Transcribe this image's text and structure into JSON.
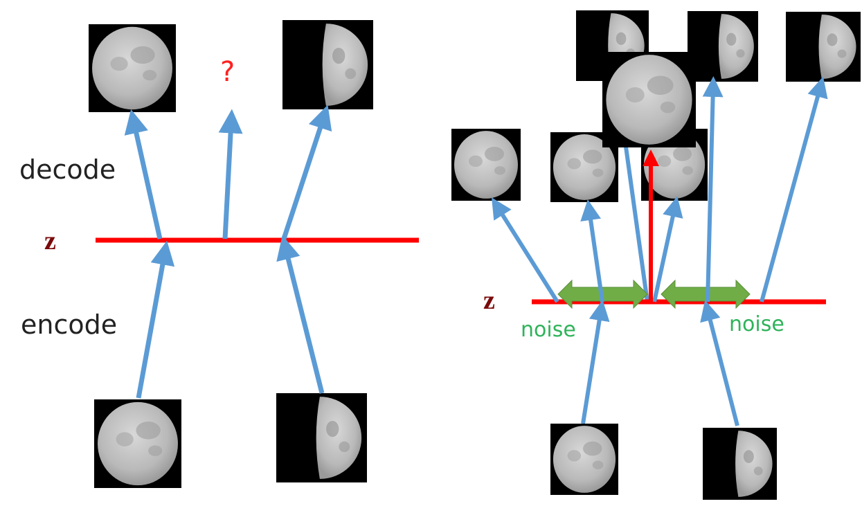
{
  "left_panel": {
    "decode_label": "decode",
    "encode_label": "encode",
    "latent_label": "z",
    "unknown_label": "?"
  },
  "right_panel": {
    "latent_label": "z",
    "noise_left_label": "noise",
    "noise_right_label": "noise"
  },
  "colors": {
    "arrow_blue": "#5b9bd5",
    "latent_red": "#ff0000",
    "noise_green": "#70ad47",
    "noise_text": "#2fb35a",
    "z_color": "#7a0a0a"
  }
}
